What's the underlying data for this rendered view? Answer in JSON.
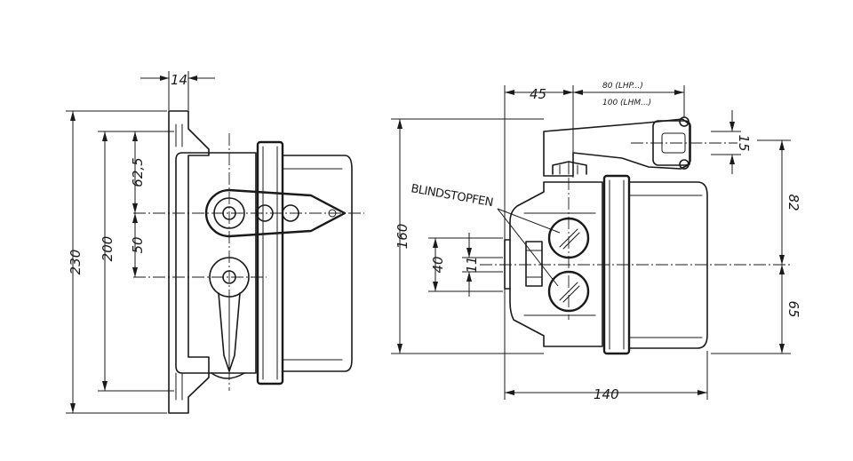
{
  "dimensions": {
    "d14": "14",
    "d62_5": "62,5",
    "d50": "50",
    "d200": "200",
    "d230": "230",
    "d160": "160",
    "d40": "40",
    "d11": "11",
    "d45": "45",
    "d80": "80 (LHP...)",
    "d100": "100 (LHM...)",
    "d15": "15",
    "d82": "82",
    "d65": "65",
    "d140": "140"
  },
  "labels": {
    "blindstopfen": "BLINDSTOPFEN"
  }
}
